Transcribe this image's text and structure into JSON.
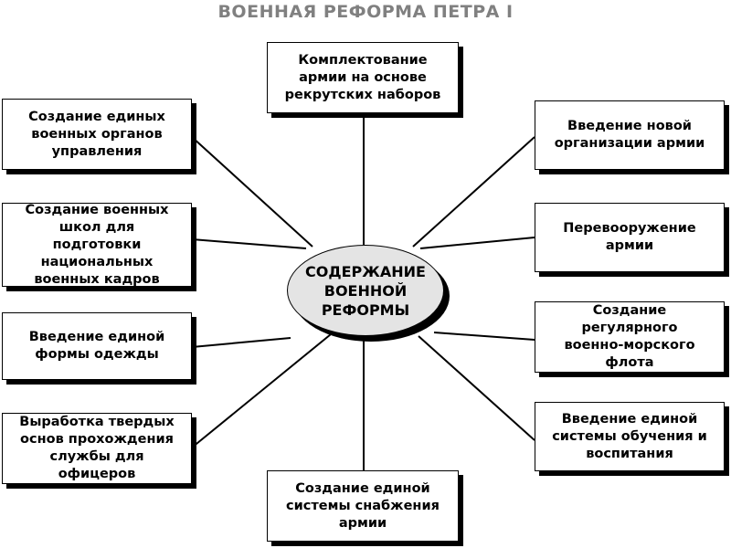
{
  "title": "ВОЕННАЯ РЕФОРМА ПЕТРА I",
  "center": "СОДЕРЖАНИЕ\nВОЕННОЙ\nРЕФОРМЫ",
  "boxes": {
    "top": "Комплектование\nармии на основе\nрекрутских наборов",
    "left1": "Создание единых\nвоенных органов\nуправления",
    "left2": "Создание военных\nшкол для\nподготовки\nнациональных\nвоенных кадров",
    "left3": "Введение единой\nформы одежды",
    "left4": "Выработка твердых\nоснов прохождения\nслужбы для\nофицеров",
    "bottom": "Создание единой\nсистемы снабжения\nармии",
    "right1": "Введение новой\nорганизации армии",
    "right2": "Перевооружение\nармии",
    "right3": "Создание\nрегулярного\nвоенно-морского\nфлота",
    "right4": "Введение единой\nсистемы обучения и\nвоспитания"
  },
  "colors": {
    "title": "#808080",
    "center_fill": "#e4e4e4",
    "shadow": "#000000"
  }
}
